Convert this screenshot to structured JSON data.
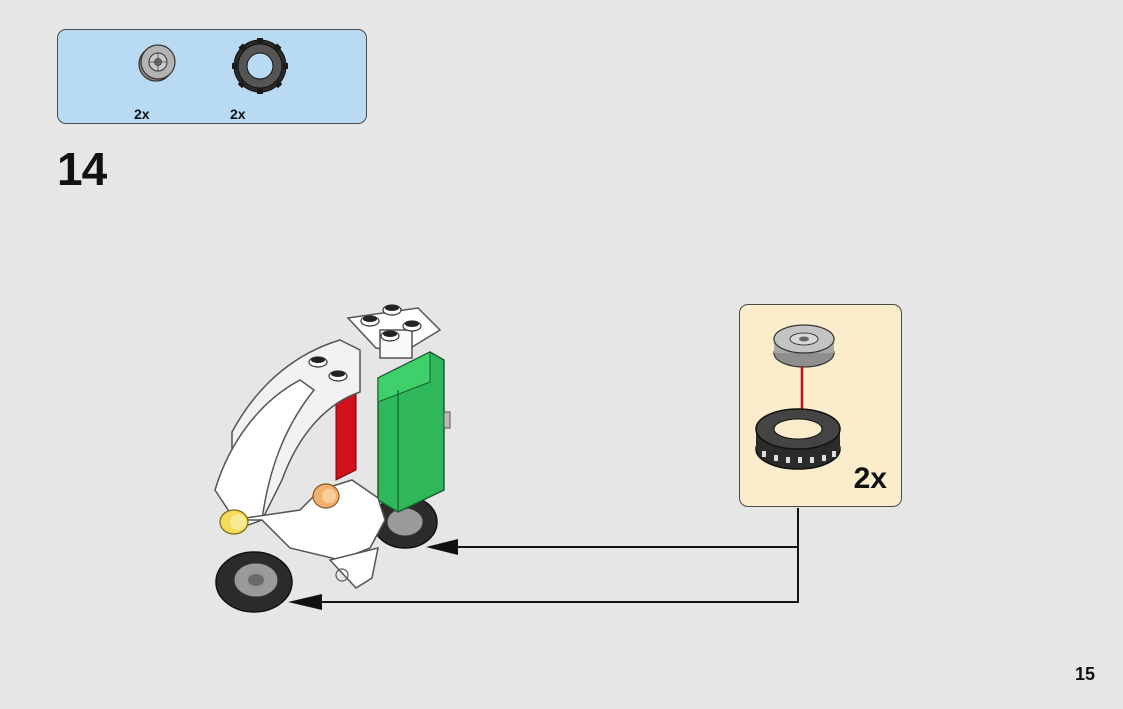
{
  "parts_list": {
    "items": [
      {
        "name": "rim",
        "qty": "2x"
      },
      {
        "name": "tire",
        "qty": "2x"
      }
    ]
  },
  "step": {
    "number": "14"
  },
  "callout": {
    "qty": "2x"
  },
  "page": {
    "number": "15"
  },
  "colors": {
    "background": "#e6e6e6",
    "parts_box": "#b9daf3",
    "callout_box": "#fbeccc",
    "green_panel": "#2fb85a",
    "red_part": "#d0101a",
    "rim_gray": "#a8a8a8",
    "tire_black": "#2b2b2b"
  }
}
